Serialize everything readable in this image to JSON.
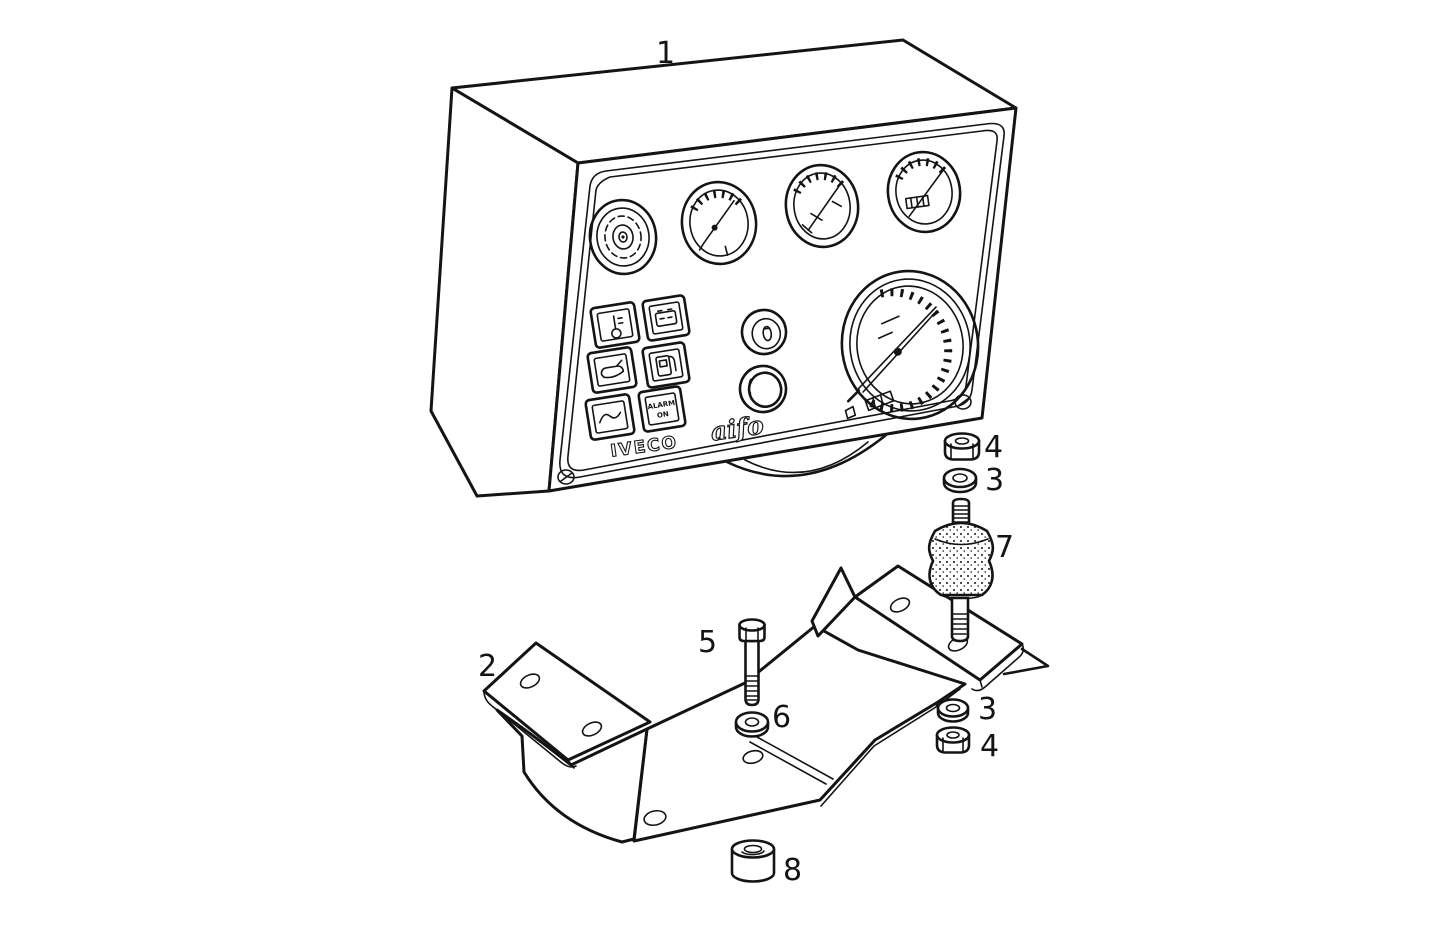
{
  "diagram": {
    "background": "#ffffff",
    "line_color": "#141414",
    "subject": "Instrument panel with mounting bracket - exploded parts view",
    "brand": {
      "primary": "IVECO",
      "secondary": "aifo"
    },
    "alarm_indicator": {
      "line1": "ALARM",
      "line2": "ON"
    },
    "callouts": {
      "panel": "1",
      "bracket": "2",
      "washer_top": "3",
      "nut_top": "4",
      "bolt": "5",
      "washer_mid": "6",
      "mount": "7",
      "washer_bottom": "3",
      "nut_bottom": "4",
      "spacer": "8"
    }
  }
}
